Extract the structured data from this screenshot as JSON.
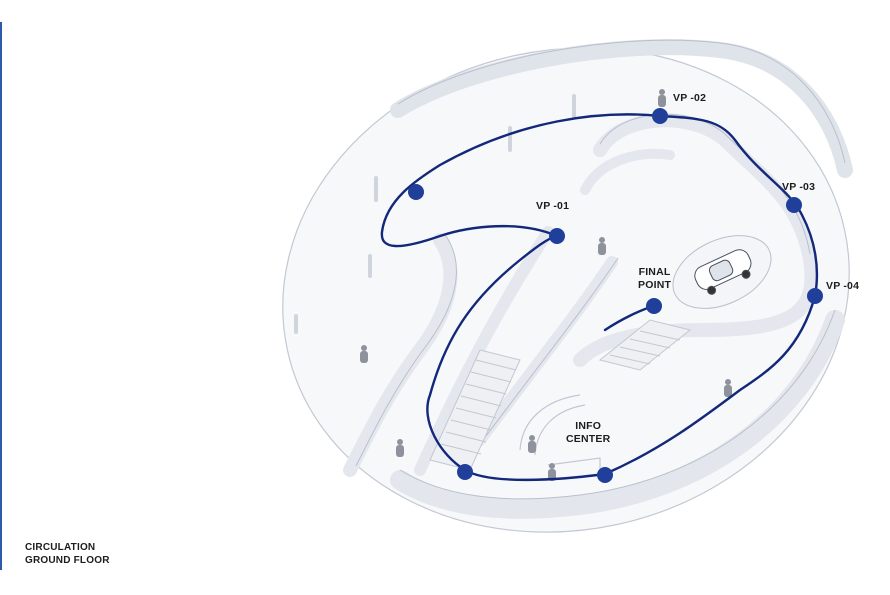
{
  "caption": {
    "line1": "CIRCULATION",
    "line2": "GROUND FLOOR"
  },
  "labels": {
    "vp01": "VP -01",
    "vp02": "VP -02",
    "vp03": "VP -03",
    "vp04": "VP -04",
    "final_point": [
      "FINAL",
      "POINT"
    ],
    "info_center": [
      "INFO",
      "CENTER"
    ]
  },
  "colors": {
    "path": "#13287a",
    "node": "#1f3f9a",
    "wall": "#e6e9ef",
    "wall_edge": "#b9c0cc",
    "floor": "#f6f7f9",
    "accent_rule": "#2f5aa8"
  }
}
